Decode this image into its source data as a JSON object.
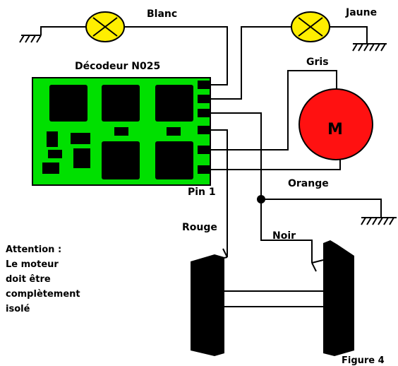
{
  "decoder": {
    "title": "Décodeur N025",
    "pin_label": "Pin 1"
  },
  "wires": {
    "blanc": "Blanc",
    "jaune": "Jaune",
    "gris": "Gris",
    "orange": "Orange",
    "rouge": "Rouge",
    "noir": "Noir"
  },
  "motor": {
    "label": "M"
  },
  "note": [
    "Attention :",
    "Le moteur",
    "doit être",
    "complètement",
    "isolé"
  ],
  "figure_label": "Figure 4",
  "colors": {
    "board": "#00e000",
    "chip": "#000000",
    "lamp": "#ffee00",
    "motor": "#ff1111",
    "wire": "#000000"
  }
}
